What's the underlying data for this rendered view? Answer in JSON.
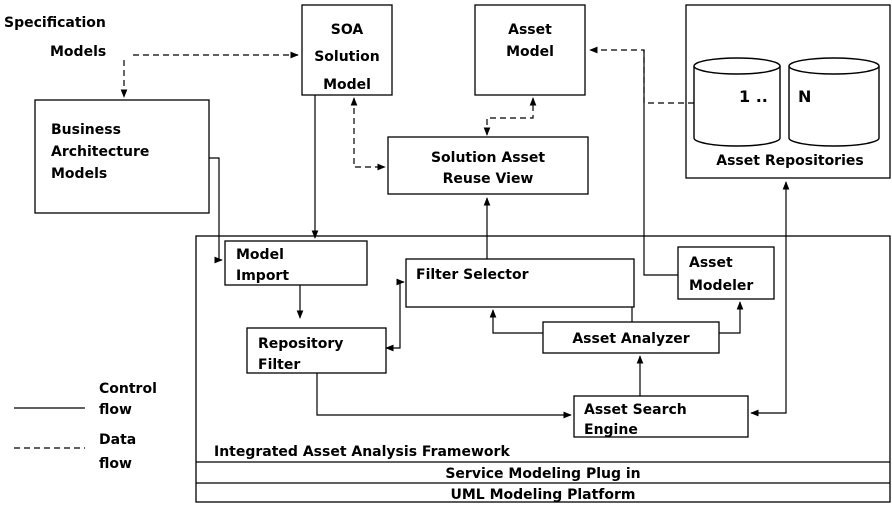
{
  "diagram": {
    "spec_models": [
      "Specification",
      "Models"
    ],
    "soa_model": [
      "SOA",
      "Solution",
      "Model"
    ],
    "asset_model": [
      "Asset",
      "Model"
    ],
    "business_arch": [
      "Business",
      "Architecture",
      "Models"
    ],
    "reuse_view": [
      "Solution Asset",
      "Reuse View"
    ],
    "repo_range": "1 ..",
    "repo_n": "N",
    "asset_repositories": "Asset Repositories",
    "model_import": [
      "Model",
      "Import"
    ],
    "filter_selector": "Filter Selector",
    "asset_modeler": [
      "Asset",
      "Modeler"
    ],
    "asset_analyzer": "Asset Analyzer",
    "repository_filter": [
      "Repository",
      "Filter"
    ],
    "search_engine": [
      "Asset Search",
      "Engine"
    ],
    "framework_title": "Integrated Asset Analysis Framework",
    "plugin_bar": "Service Modeling Plug in",
    "platform_bar": "UML Modeling Platform",
    "legend": {
      "control": [
        "Control",
        "flow"
      ],
      "data": [
        "Data",
        "flow"
      ]
    }
  }
}
